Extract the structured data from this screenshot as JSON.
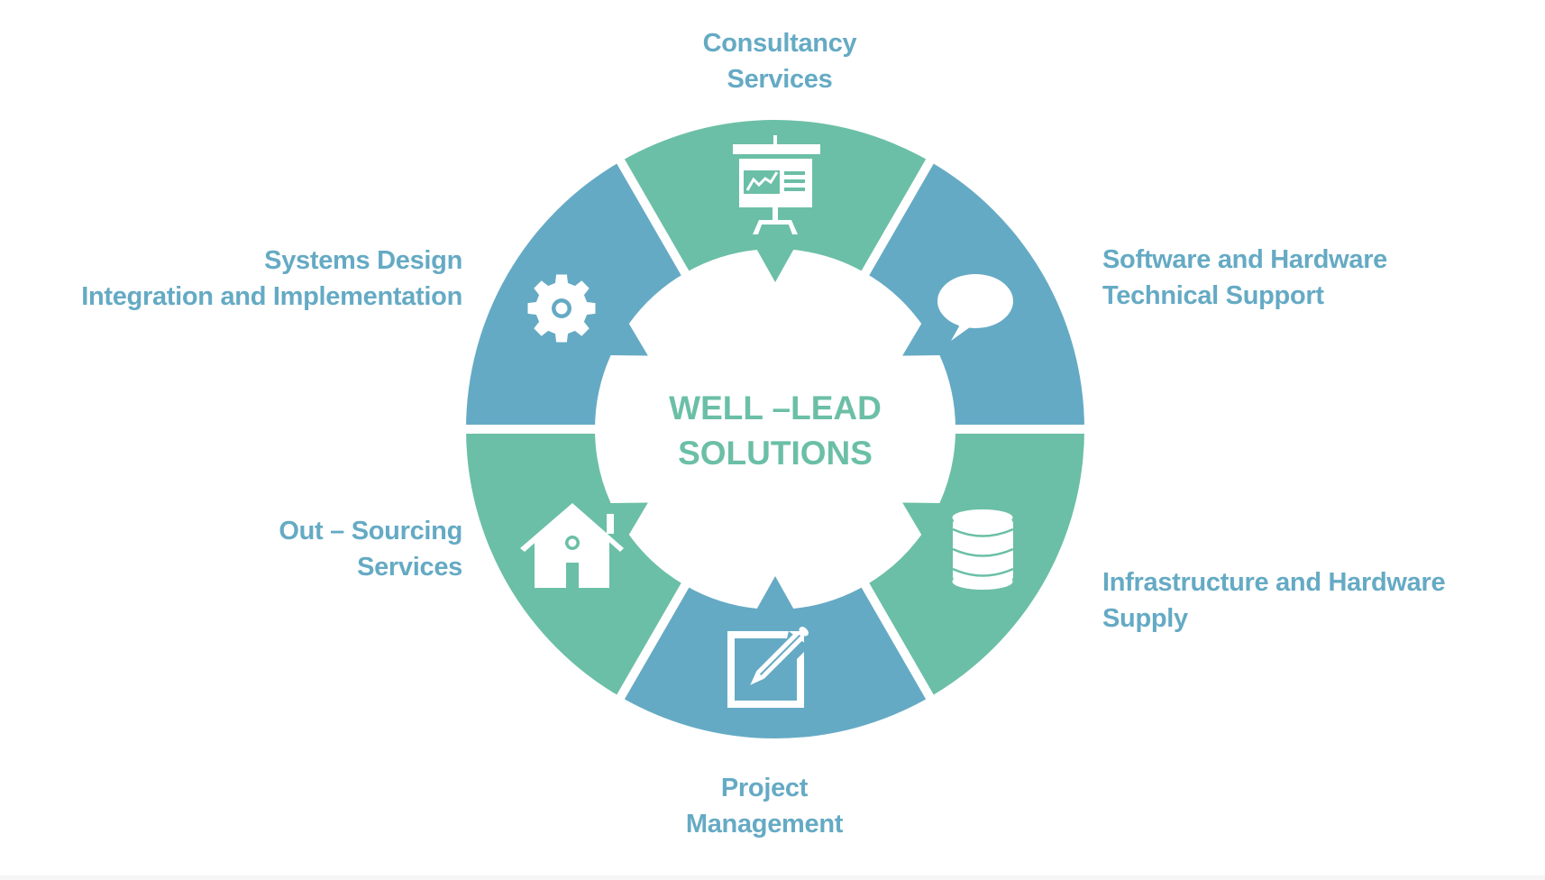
{
  "diagram": {
    "center_title": {
      "line1": "WELL –LEAD",
      "line2": "SOLUTIONS"
    },
    "colors": {
      "green": "#6bbfa6",
      "blue": "#65aac4",
      "label_text": "#65aac4",
      "center_text": "#6bbfa6",
      "background": "#ffffff"
    },
    "segments": [
      {
        "id": "consultancy",
        "position": "top",
        "color": "green",
        "icon": "presentation-board-icon",
        "label": {
          "line1": "Consultancy",
          "line2": "Services"
        }
      },
      {
        "id": "software-support",
        "position": "upper-right",
        "color": "blue",
        "icon": "speech-bubble-icon",
        "label": {
          "line1": "Software and Hardware",
          "line2": "Technical Support"
        }
      },
      {
        "id": "infrastructure",
        "position": "lower-right",
        "color": "green",
        "icon": "database-icon",
        "label": {
          "line1": "Infrastructure and Hardware",
          "line2": "Supply"
        }
      },
      {
        "id": "project-management",
        "position": "bottom",
        "color": "blue",
        "icon": "pencil-edit-icon",
        "label": {
          "line1": "Project",
          "line2": "Management"
        }
      },
      {
        "id": "out-sourcing",
        "position": "lower-left",
        "color": "green",
        "icon": "house-icon",
        "label": {
          "line1": "Out – Sourcing",
          "line2": "Services"
        }
      },
      {
        "id": "systems-design",
        "position": "upper-left",
        "color": "blue",
        "icon": "gear-icon",
        "label": {
          "line1": "Systems Design",
          "line2": "Integration and Implementation"
        }
      }
    ]
  }
}
